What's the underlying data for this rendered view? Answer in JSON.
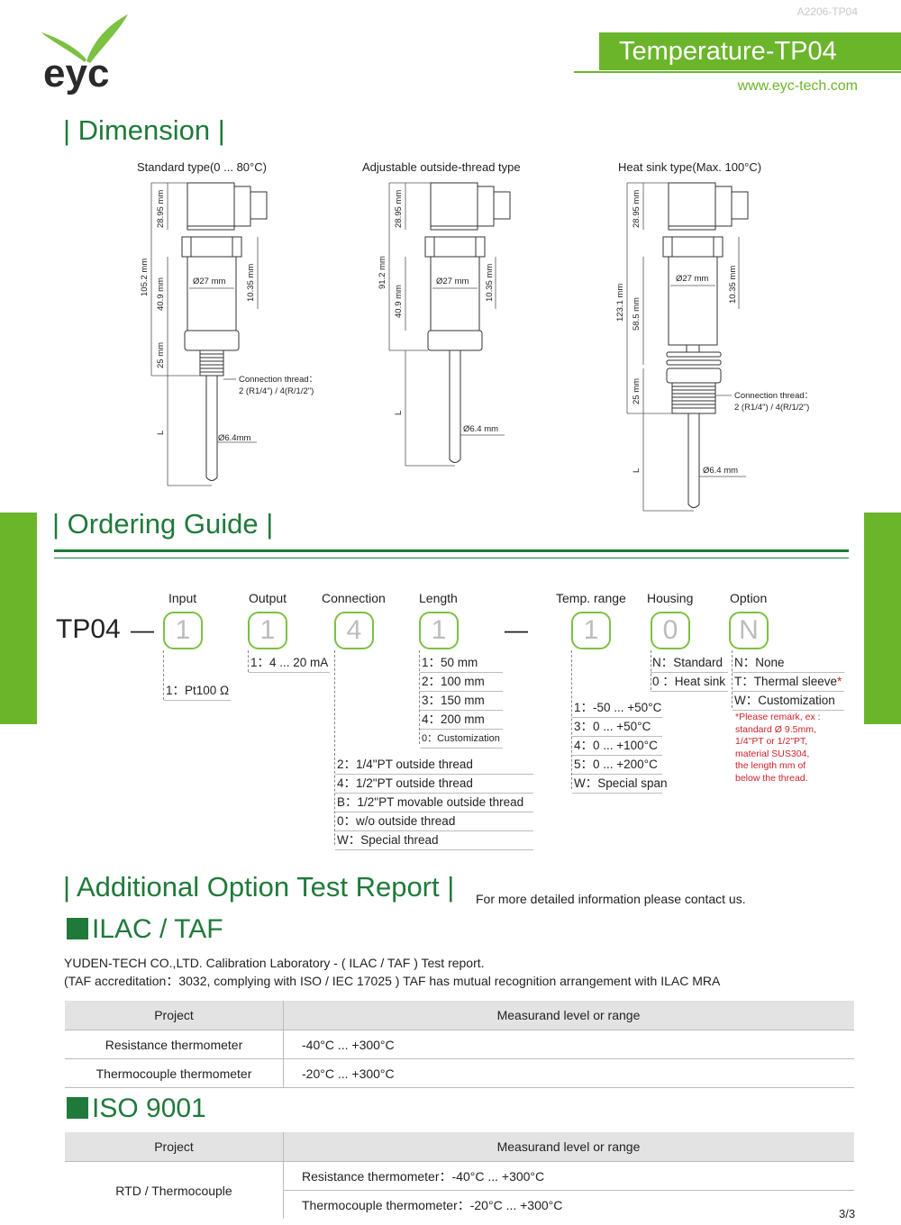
{
  "header": {
    "doc_code": "A2206-TP04",
    "title": "Temperature-TP04",
    "website": "www.eyc-tech.com",
    "logo_text": "eyc"
  },
  "dimension": {
    "heading": "| Dimension |",
    "standard": {
      "title": "Standard type(0 ... 80°C)",
      "dims": [
        "28.95 mm",
        "105.2 mm",
        "40.9 mm",
        "Ø27 mm",
        "10.35 mm",
        "25 mm",
        "L",
        "Ø6.4mm"
      ],
      "thread_label": "Connection thread：",
      "thread_value": "2 (R1/4\") / 4(R/1/2\")"
    },
    "adjustable": {
      "title": "Adjustable outside-thread type",
      "dims": [
        "28.95 mm",
        "91.2 mm",
        "40.9 mm",
        "Ø27 mm",
        "10.35 mm",
        "L",
        "Ø6.4 mm"
      ]
    },
    "heatsink": {
      "title": "Heat sink type(Max. 100°C)",
      "dims": [
        "28.95 mm",
        "123.1 mm",
        "58.5 mm",
        "Ø27 mm",
        "10.35 mm",
        "25 mm",
        "L",
        "Ø6.4 mm"
      ],
      "thread_label": "Connection thread：",
      "thread_value": "2 (R1/4\") / 4(R/1/2\")"
    }
  },
  "ordering": {
    "heading": "| Ordering Guide |",
    "model": "TP04",
    "dash": "—",
    "labels": {
      "input": "Input",
      "output": "Output",
      "connection": "Connection",
      "length": "Length",
      "temp": "Temp. range",
      "housing": "Housing",
      "option": "Option"
    },
    "boxes": [
      "1",
      "1",
      "4",
      "1",
      "1",
      "0",
      "N"
    ],
    "input_items": [
      "1：Pt100 Ω"
    ],
    "output_items": [
      "1：4 ... 20 mA"
    ],
    "length_items": [
      "1：50 mm",
      "2：100 mm",
      "3：150 mm",
      "4：200 mm",
      "0：Customization"
    ],
    "connection_items": [
      "2：1/4\"PT outside thread",
      "4：1/2\"PT outside thread",
      "B：1/2\"PT movable outside thread",
      "0：w/o outside thread",
      "W：Special thread"
    ],
    "temp_items": [
      "1：-50 ... +50°C",
      "3：0 ... +50°C",
      "4：0 ... +100°C",
      "5：0 ... +200°C",
      "W：Special span"
    ],
    "housing_items": [
      "N：Standard",
      "0 ：Heat sink"
    ],
    "option_items": [
      "N：None",
      "T：Thermal sleeve",
      "W：Customization"
    ],
    "option_star": "*",
    "option_note": [
      "*Please remark, ex :",
      "standard Ø 9.5mm,",
      "1/4\"PT or 1/2\"PT,",
      "material SUS304,",
      "the length mm of",
      "below the thread."
    ]
  },
  "report": {
    "heading": "| Additional Option Test Report |",
    "note": "For more detailed information please contact us.",
    "ilac": {
      "heading": "ILAC / TAF",
      "line1": "YUDEN-TECH CO.,LTD. Calibration Laboratory - ( ILAC / TAF ) Test report.",
      "line2": "(TAF accreditation：3032, complying with ISO / IEC 17025 ) TAF has mutual recognition arrangement with ILAC MRA",
      "col1": "Project",
      "col2": "Measurand level or range",
      "rows": [
        {
          "project": "Resistance thermometer",
          "range": "-40°C ... +300°C"
        },
        {
          "project": "Thermocouple thermometer",
          "range": "-20°C ... +300°C"
        }
      ]
    },
    "iso": {
      "heading": "ISO 9001",
      "col1": "Project",
      "col2": "Measurand level or range",
      "project": "RTD / Thermocouple",
      "ranges": [
        "Resistance thermometer：-40°C ... +300°C",
        "Thermocouple thermometer：-20°C ... +300°C"
      ]
    }
  },
  "footer": {
    "page": "3/3"
  },
  "colors": {
    "brand_green": "#6bb52b",
    "dark_green": "#1f7a3a",
    "note_red": "#d0202a"
  }
}
